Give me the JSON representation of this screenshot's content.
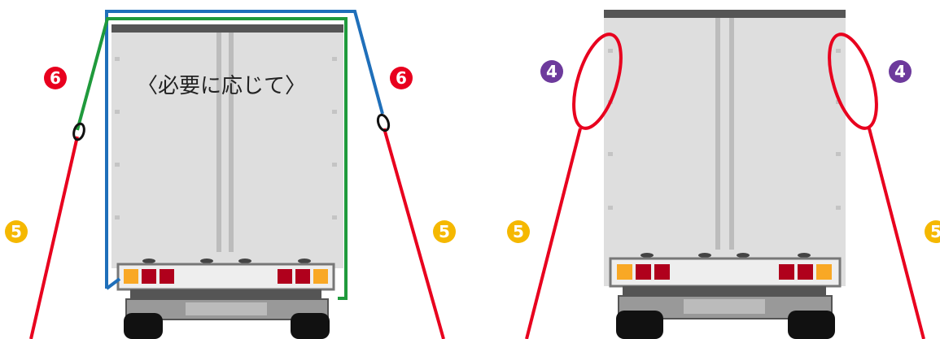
{
  "left_panel": {
    "note": "〈必要に応じて〉",
    "markers": [
      {
        "id": "marker-6-left",
        "label": "6",
        "color": "#e8001e"
      },
      {
        "id": "marker-6-right",
        "label": "6",
        "color": "#e8001e"
      },
      {
        "id": "marker-5-left",
        "label": "5",
        "color": "#f5b800"
      },
      {
        "id": "marker-5-right",
        "label": "5",
        "color": "#f5b800"
      }
    ]
  },
  "right_panel": {
    "markers": [
      {
        "id": "marker-4-left",
        "label": "4",
        "color": "#6d3a9c"
      },
      {
        "id": "marker-4-right",
        "label": "4",
        "color": "#6d3a9c"
      },
      {
        "id": "marker-5-left",
        "label": "5",
        "color": "#f5b800"
      },
      {
        "id": "marker-5-right",
        "label": "5",
        "color": "#f5b800"
      }
    ]
  },
  "colors": {
    "rope_red": "#e8001e",
    "rope_blue": "#1f6fba",
    "rope_green": "#1f9a3c",
    "truck_body": "#dedede",
    "truck_top": "#555555",
    "bumper": "#bdbdbd",
    "tire": "#111111",
    "tail_red": "#b0001c",
    "tail_amber": "#f9a825"
  }
}
